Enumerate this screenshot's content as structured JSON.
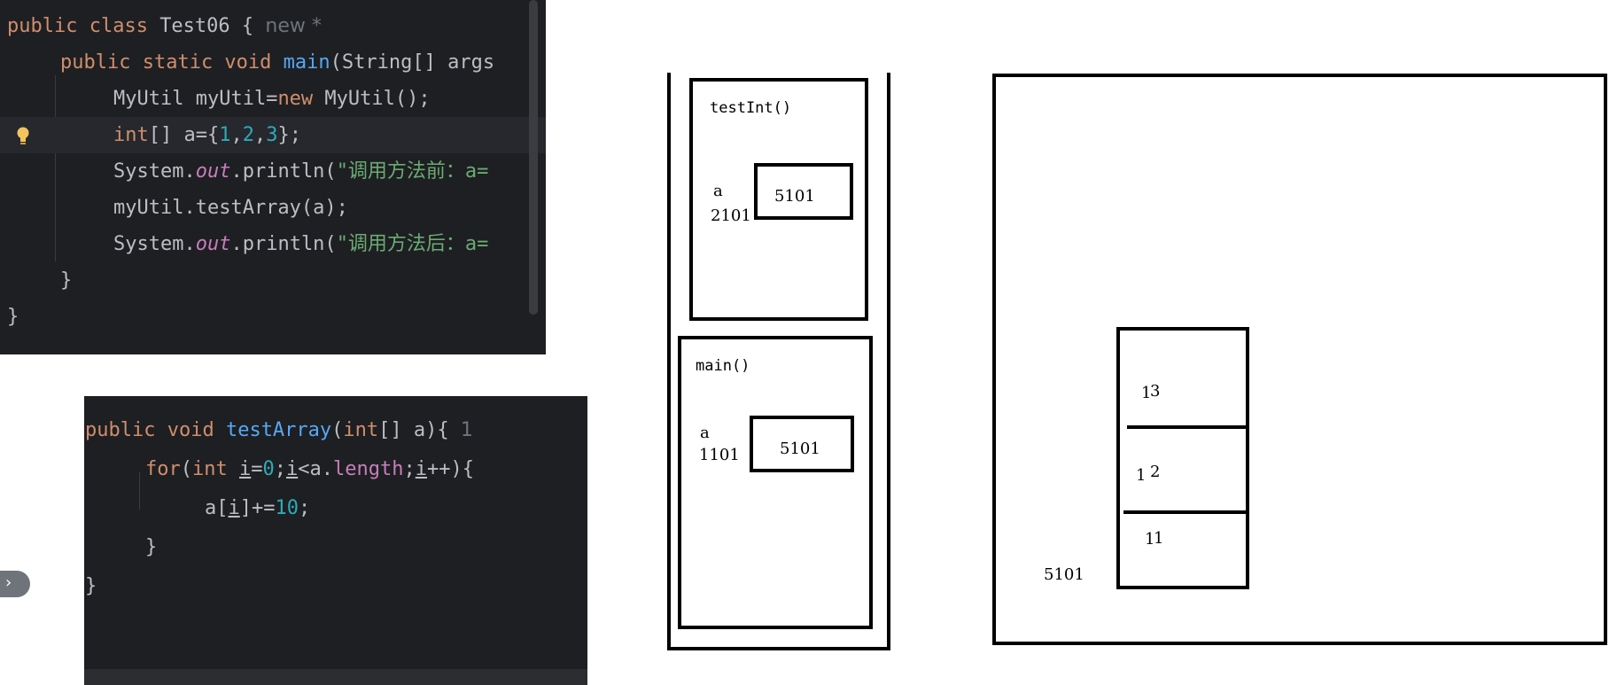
{
  "editor_main": {
    "hint": "new *",
    "lines": {
      "l1": {
        "a": "public class ",
        "b": "Test06",
        "c": " {"
      },
      "l2": {
        "a": "public static void ",
        "fn": "main",
        "b": "(String[] args"
      },
      "l3": {
        "a": "MyUtil myUtil=",
        "kw": "new",
        "b": " MyUtil();"
      },
      "l4": {
        "kw": "int",
        "a": "[] a={",
        "n1": "1",
        "c1": ",",
        "n2": "2",
        "c2": ",",
        "n3": "3",
        "b": "};"
      },
      "l5": {
        "a": "System.",
        "fld": "out",
        "b": ".println(",
        "str": "\"调用方法前：a="
      },
      "l6": {
        "a": "myUtil.testArray(a);"
      },
      "l7": {
        "a": "System.",
        "fld": "out",
        "b": ".println(",
        "str": "\"调用方法后：a="
      },
      "l8": {
        "a": "}"
      },
      "l9": {
        "a": "}"
      }
    }
  },
  "editor_method": {
    "hint": "1",
    "lines": {
      "m1": {
        "kw": "public void ",
        "fn": "testArray",
        "a": "(",
        "kw2": "int",
        "b": "[] a){"
      },
      "m2": {
        "kw": "for",
        "a": "(",
        "kw2": "int",
        "i1": "i",
        "b": "=",
        "n": "0",
        "c": ";",
        "i2": "i",
        "d": "<a.",
        "prop": "length",
        "e": ";",
        "i3": "i",
        "f": "++){"
      },
      "m3": {
        "a": "a[",
        "i": "i",
        "b": "]+=",
        "n": "10",
        "c": ";"
      },
      "m4": {
        "a": "}"
      },
      "m5": {
        "a": "}"
      }
    }
  },
  "stack": {
    "frame_test": {
      "label": "testInt()",
      "var_name": "a",
      "var_addr": "2101",
      "ref": "5101"
    },
    "frame_main": {
      "label": "main()",
      "var_name": "a",
      "var_addr": "1101",
      "ref": "5101"
    }
  },
  "heap": {
    "address": "5101",
    "cells": [
      {
        "a": "1",
        "b": "3"
      },
      {
        "a": "1",
        "b": "2"
      },
      {
        "a": "1",
        "b": "1"
      }
    ]
  },
  "icons": {
    "bulb": "lightbulb-icon",
    "expand": "chevron-right-icon"
  }
}
